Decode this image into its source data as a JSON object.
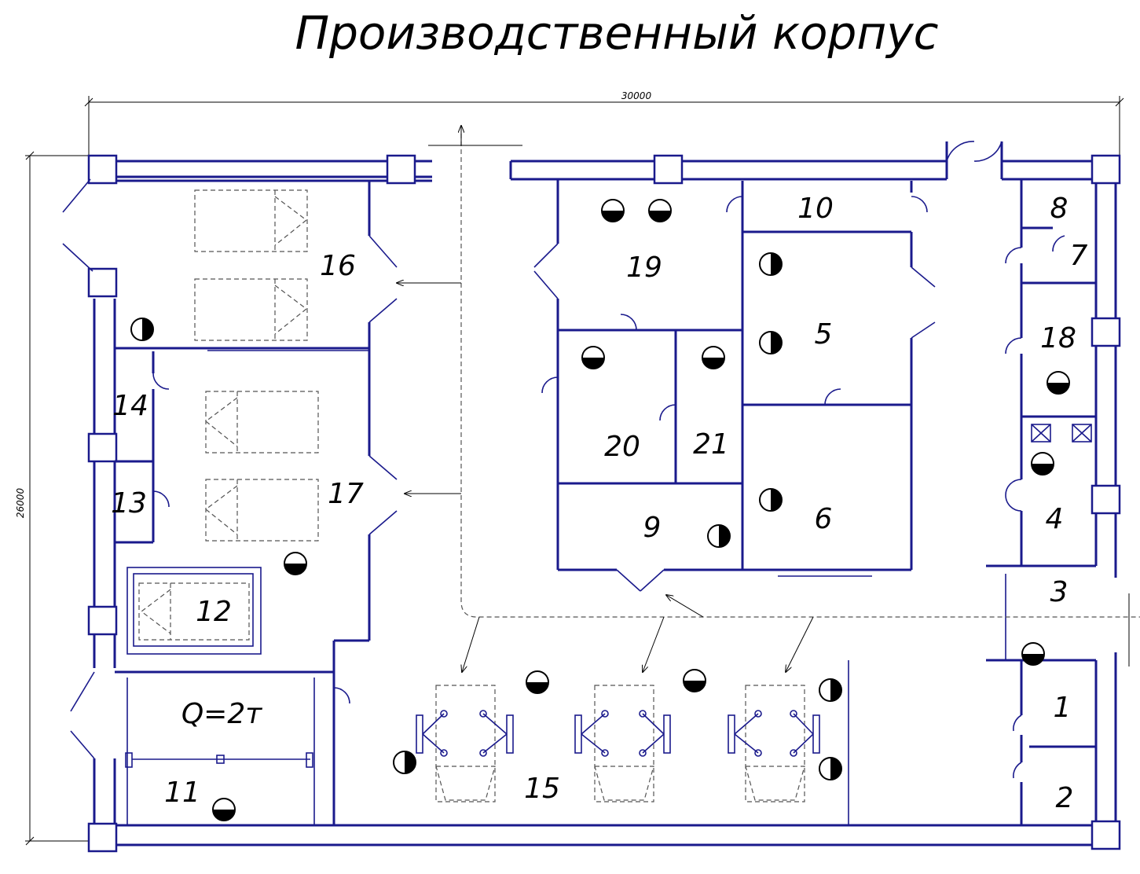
{
  "title": "Производственный корпус",
  "dimensions": {
    "width": "30000",
    "height": "26000"
  },
  "crane_label": "Q=2т",
  "rooms": [
    "1",
    "2",
    "3",
    "4",
    "5",
    "6",
    "7",
    "8",
    "9",
    "10",
    "11",
    "12",
    "13",
    "14",
    "15",
    "16",
    "17",
    "18",
    "19",
    "20",
    "21"
  ],
  "colors": {
    "wall": "#1a1a8c",
    "dash": "#555555"
  }
}
